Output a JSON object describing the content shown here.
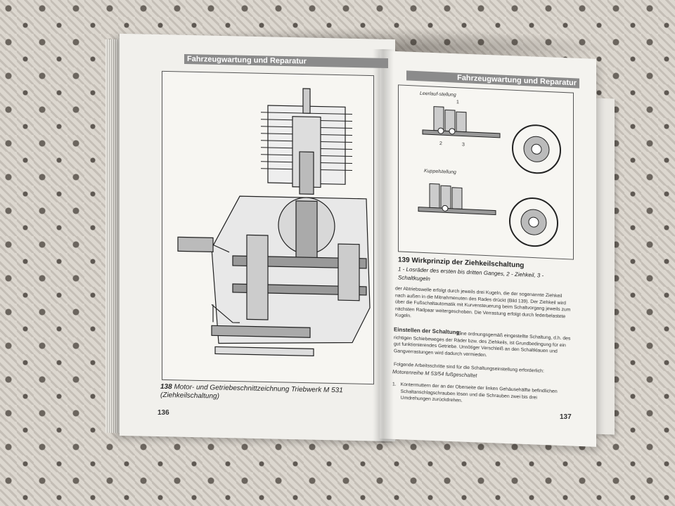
{
  "left_page": {
    "header": "Fahrzeugwartung und Reparatur",
    "caption_number": "138",
    "caption_text": "Motor- und Getriebeschnittzeichnung Triebwerk M 531 (Ziehkeilschaltung)",
    "page_number": "136"
  },
  "right_page": {
    "header": "Fahrzeugwartung und Reparatur",
    "figure_labels": {
      "top": "Leerlauf-stellung",
      "bottom": "Kuppelstellung",
      "n1": "1",
      "n2": "2",
      "n3": "3"
    },
    "caption_number": "139",
    "caption_title": "Wirkprinzip der Ziehkeilschaltung",
    "caption_sub": "1 - Losräder des ersten bis dritten Ganges, 2 - Ziehkeil, 3 - Schaltkugeln",
    "paragraph1": "der Abtriebswelle erfolgt durch jeweils drei Kugeln, die der sogenannte Ziehkeil nach außen in die Mitnahmenuten des Rades drückt (Bild 139). Der Ziehkeil wird über die Fußschaltautomatik mit Kurvensteuerung beim Schaltvorgang jeweils zum nächsten Radpaar weitergeschoben. Die Verrastung erfolgt durch federbelastete Kugeln.",
    "section_title": "Einstellen der Schaltung:",
    "paragraph2": "Eine ordnungsgemäß eingestellte Schaltung, d.h. des richtigen Schiebeweges der Räder bzw. des Ziehkeils, ist Grundbedingung für ein gut funktionierendes Getriebe. Unnötiger Verschleiß an den Schaltklauen und Gangverrastungen wird dadurch vermieden.",
    "paragraph3": "Folgende Arbeitsschritte sind für die Schaltungseinstellung erforderlich:",
    "subheading": "Motorenreihe M 53/54 fußgeschaltet",
    "list": [
      {
        "num": "1.",
        "text": "Kontermuttern der an der Oberseite der linken Gehäusehälfte befindlichen Schaltanschlagschrauben lösen und die Schrauben zwei bis drei Umdrehungen zurückdrehen."
      }
    ],
    "page_number": "137"
  }
}
